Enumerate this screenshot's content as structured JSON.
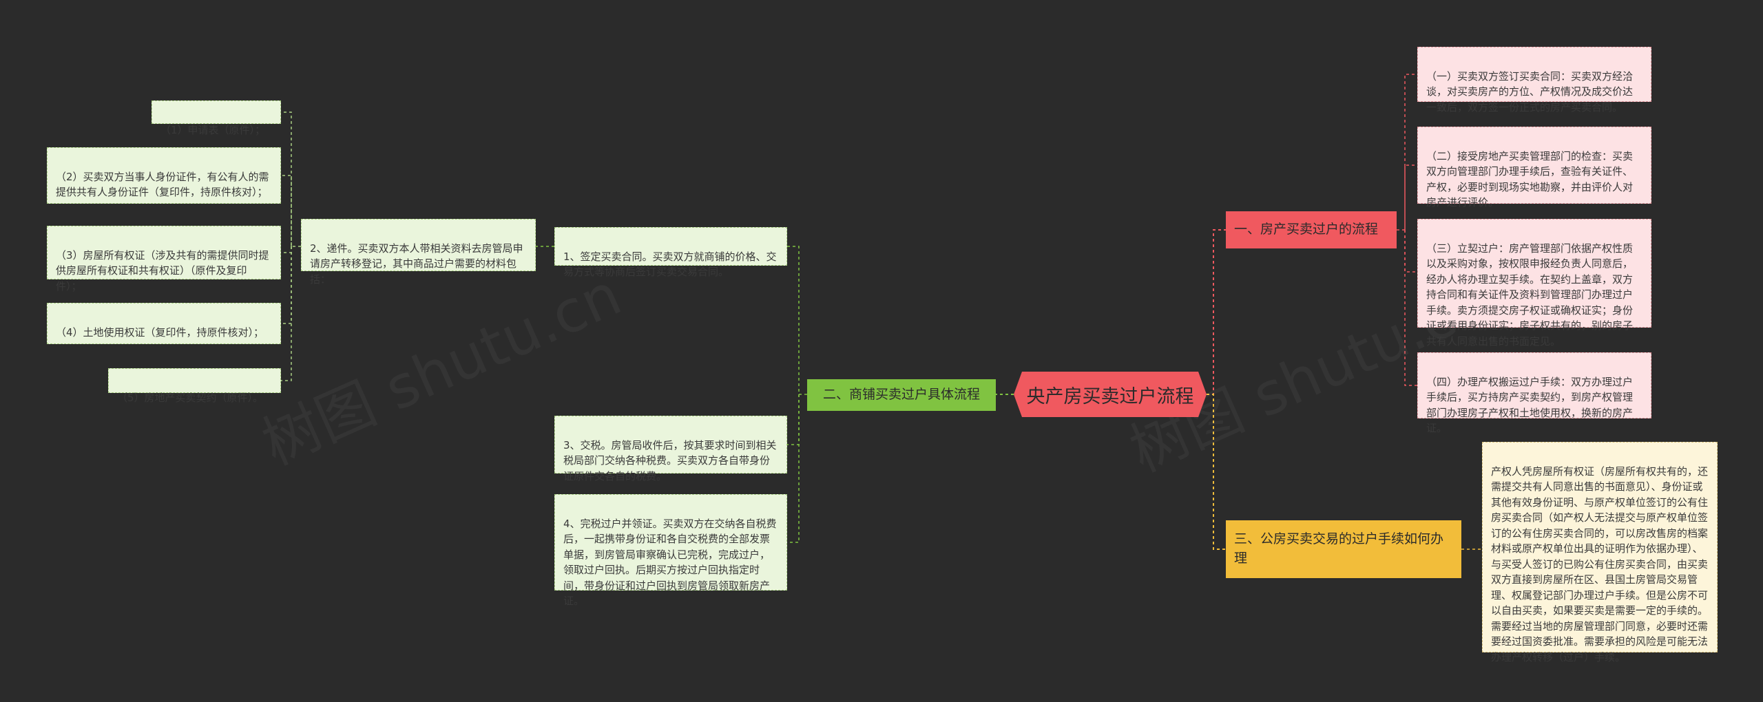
{
  "root": {
    "title": "央产房买卖过户流程"
  },
  "branch_red": {
    "title": "一、房产买卖过户的流程",
    "items": [
      "（一）买卖双方签订买卖合同：买卖双方经洽谈，对买卖房产的方位、产权情况及成交价达一致后，双方签一份正式的房产买卖合同。",
      "（二）接受房地产买卖管理部门的检查：买卖双方向管理部门办理手续后，查验有关证件、产权，必要时到现场实地勘察，并由评价人对房产进行评价。",
      "（三）立契过户：房产管理部门依据产权性质以及采购对象，按权限申报经负责人同意后，经办人将办理立契手续。在契约上盖章，双方持合同和有关证件及资料到管理部门办理过户手续。卖方须提交房子权证或确权证实；身份证或看用身份证实；房子权共有的，别的房子共有人同意出售的书面定见。",
      "（四）办理产权搬运过户手续：双方办理过户手续后，买方持房产买卖契约，到房产权管理部门办理房子产权和土地使用权，换新的房产证。"
    ]
  },
  "branch_yellow": {
    "title": "三、公房买卖交易的过户手续如何办理",
    "items": [
      "产权人凭房屋所有权证（房屋所有权共有的，还需提交共有人同意出售的书面意见）、身份证或其他有效身份证明、与原产权单位签订的公有住房买卖合同（如产权人无法提交与原产权单位签订的公有住房买卖合同的，可以房改售房的档案材料或原产权单位出具的证明作为依据办理）、与买受人签订的已购公有住房买卖合同，由买卖双方直接到房屋所在区、县国土房管局交易管理、权属登记部门办理过户手续。但是公房不可以自由买卖，如果要买卖是需要一定的手续的。需要经过当地的房屋管理部门同意，必要时还需要经过国资委批准。需要承担的风险是可能无法办理产权转移（过户）手续。"
    ]
  },
  "branch_green": {
    "title": "二、商铺买卖过户具体流程",
    "step1": "1、签定买卖合同。买卖双方就商铺的价格、交易方式等协商后签订买卖交易合同。",
    "step2": "2、递件。买卖双方本人带相关资料去房管局申请房产转移登记，其中商品过户需要的材料包括：",
    "step3": "3、交税。房管局收件后，按其要求时间到相关税局部门交纳各种税费。买卖双方各自带身份证原件交各自的税费。",
    "step4": "4、完税过户并领证。买卖双方在交纳各自税费后，一起携带身份证和各自交税费的全部发票单据，到房管局审察确认已完税，完成过户，领取过户回执。后期买方按过户回执指定时间，带身份证和过户回执到房管局领取新房产证。",
    "materials": [
      "（1）申请表（原件）；",
      "（2）买卖双方当事人身份证件，有公有人的需提供共有人身份证件（复印件，持原件核对）；",
      "（3）房屋所有权证（涉及共有的需提供同时提供房屋所有权证和共有权证）（原件及复印件）；",
      "（4）土地使用权证（复印件，持原件核对）；",
      "（5）房地产买卖契约（原件）。"
    ]
  },
  "colors": {
    "background": "#2b2b2b",
    "red": "#f0595f",
    "yellow": "#f2bd3a",
    "green": "#80c341"
  }
}
